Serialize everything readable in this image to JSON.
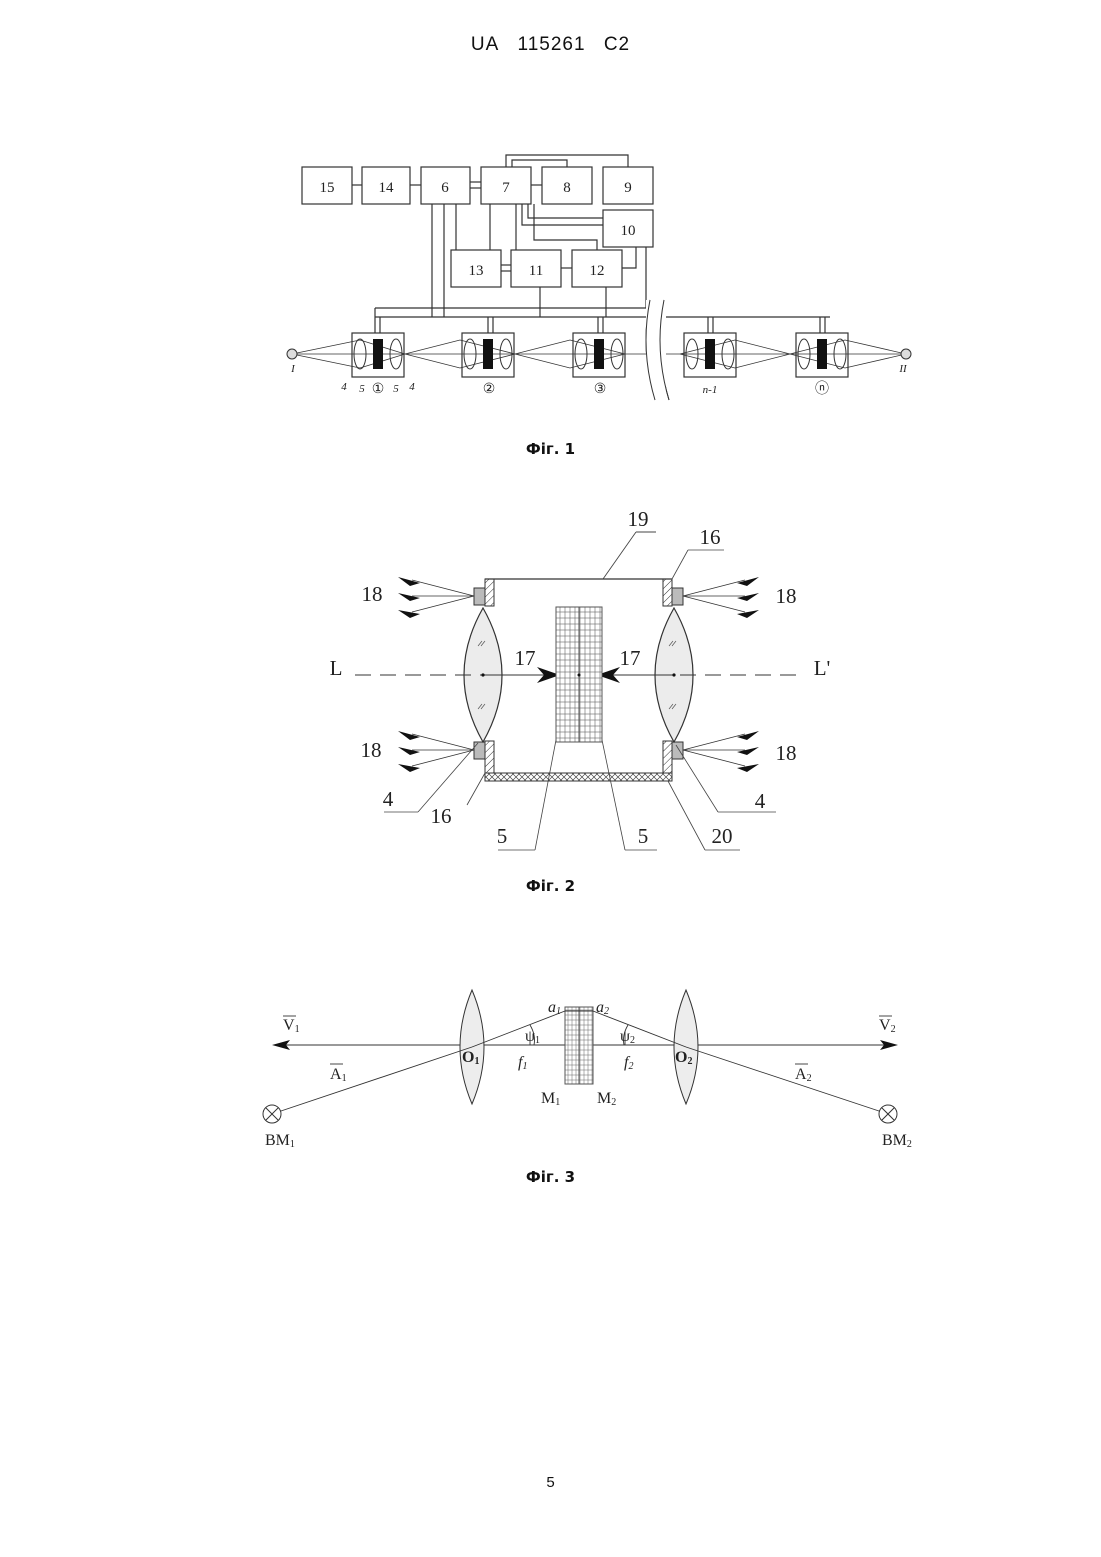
{
  "header": {
    "country": "UA",
    "number": "115261",
    "kind": "C2"
  },
  "page_number": "5",
  "fig1": {
    "caption": "Фіг. 1",
    "blocks": [
      "15",
      "14",
      "6",
      "7",
      "8",
      "9",
      "10",
      "13",
      "11",
      "12"
    ],
    "ends": [
      "I",
      "II"
    ],
    "labels": {
      "lens_a": "4",
      "cell_a": "5",
      "cell_b": "5",
      "lens_b": "4"
    },
    "cells": [
      "①",
      "②",
      "③",
      "n-1",
      "ⓝ"
    ]
  },
  "fig2": {
    "caption": "Фіг. 2",
    "labels": {
      "housing": "19",
      "mount_l": "16",
      "mount_r": "16",
      "led_tl": "18",
      "led_tr": "18",
      "led_bl": "18",
      "led_br": "18",
      "axis_l": "L",
      "axis_r": "L'",
      "arrow_l": "17",
      "arrow_r": "17",
      "lens_l": "4",
      "lens_r": "4",
      "matrix_l": "5",
      "matrix_r": "5",
      "base": "20"
    }
  },
  "fig3": {
    "caption": "Фіг. 3",
    "v1": "V",
    "v1_sub": "1",
    "v2": "V",
    "v2_sub": "2",
    "a1": "A",
    "a1_sub": "1",
    "a2": "A",
    "a2_sub": "2",
    "o1": "O",
    "o1_sub": "1",
    "o2": "O",
    "o2_sub": "2",
    "pa1": "a",
    "pa1_sub": "1",
    "pa2": "a",
    "pa2_sub": "2",
    "psi1": "ψ",
    "psi1_sub": "1",
    "psi2": "ψ",
    "psi2_sub": "2",
    "f1": "f",
    "f1_sub": "1",
    "f2": "f",
    "f2_sub": "2",
    "m1": "M",
    "m1_sub": "1",
    "m2": "M",
    "m2_sub": "2",
    "bm1": "BM",
    "bm1_sub": "1",
    "bm2": "BM",
    "bm2_sub": "2"
  }
}
